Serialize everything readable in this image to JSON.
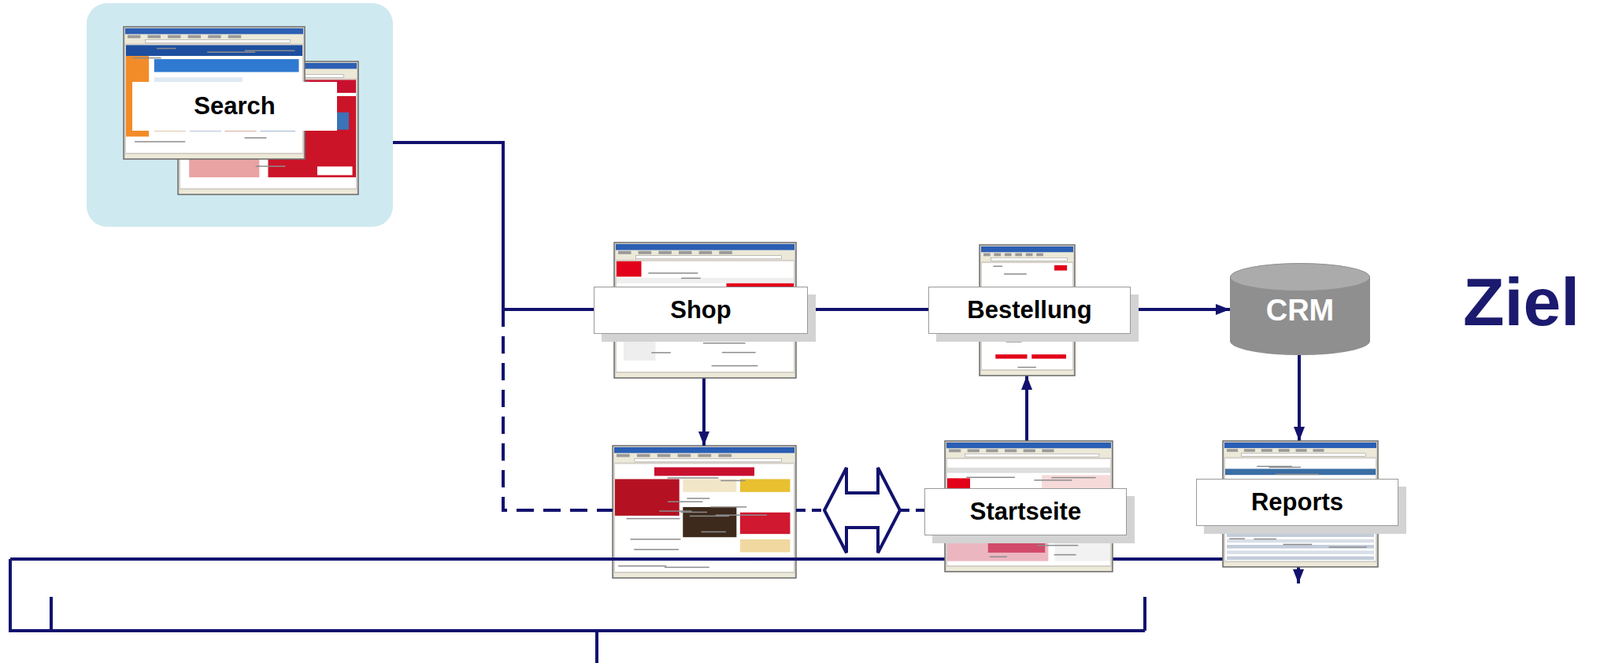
{
  "diagram": {
    "nodes": [
      {
        "text": [
          "Search"
        ]
      },
      {
        "text": [
          "Shop"
        ]
      },
      {
        "text": [
          "Bestellung"
        ]
      },
      {
        "text": [
          "CRM"
        ]
      },
      {
        "text": [
          "Startseite"
        ]
      },
      {
        "text": [
          "Reports"
        ]
      }
    ],
    "edges": [
      {
        "from": 0,
        "to": 1,
        "arrow": "none"
      },
      {
        "from": 1,
        "to": 2,
        "arrow": "none"
      },
      {
        "from": 2,
        "to": 3,
        "arrow": "to"
      },
      {
        "from": 4,
        "to": 2,
        "arrow": "to"
      },
      {
        "from": 3,
        "to": 5,
        "arrow": "to"
      }
    ],
    "labels": [
      "Ziel"
    ]
  }
}
